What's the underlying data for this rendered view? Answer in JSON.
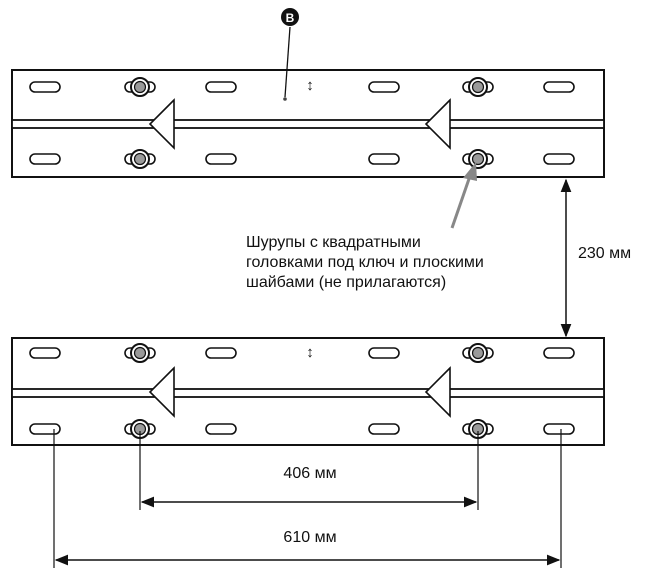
{
  "callout": {
    "marker": "B",
    "note_line1": "Шурупы с квадратными",
    "note_line2": "головками под ключ и плоскими",
    "note_line3": "шайбами (не прилагаются)"
  },
  "dimensions": {
    "vertical_spacing": "230 мм",
    "inner_width": "406 мм",
    "outer_width": "610 мм"
  },
  "arrow_glyph": "↕"
}
